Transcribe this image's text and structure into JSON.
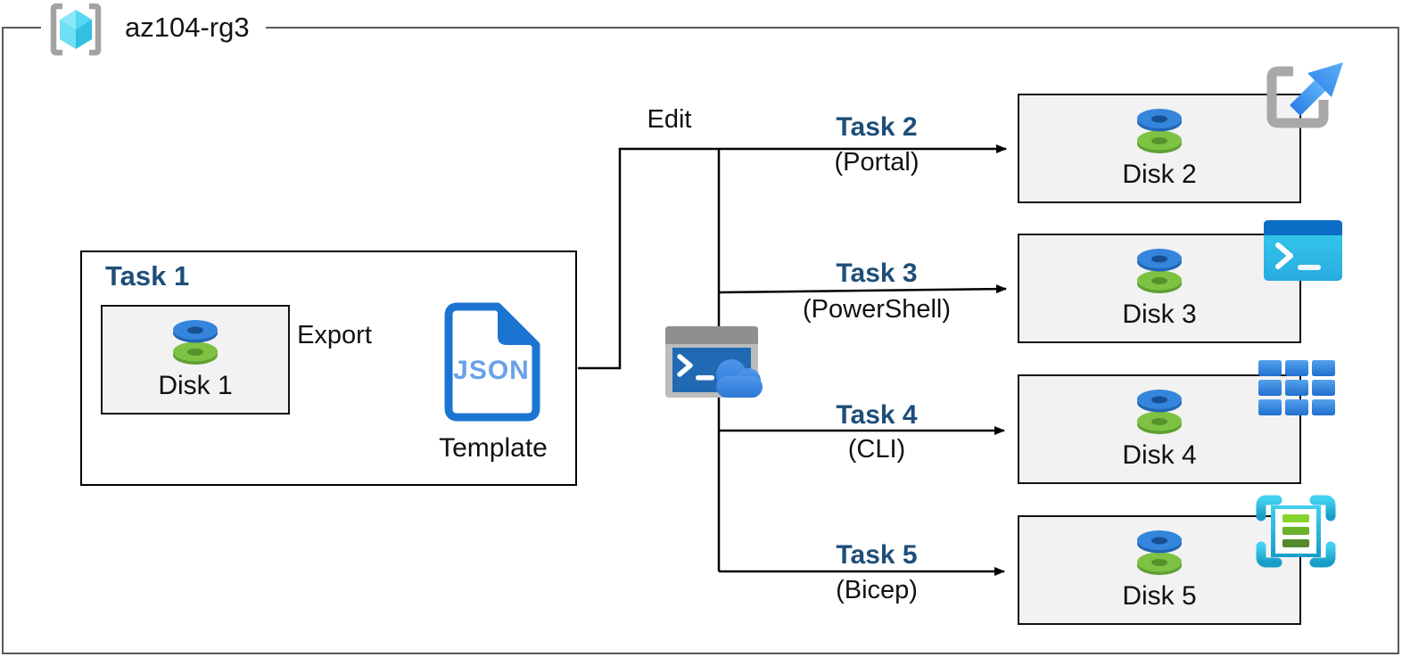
{
  "resource_group": {
    "name": "az104-rg3"
  },
  "task1": {
    "title": "Task 1",
    "disk_label": "Disk 1",
    "export_label": "Export",
    "file_type": "JSON",
    "template_caption": "Template"
  },
  "edit_label": "Edit",
  "branches": [
    {
      "task": "Task 2",
      "method": "(Portal)",
      "disk_label": "Disk 2",
      "icon": "azure-portal-icon"
    },
    {
      "task": "Task 3",
      "method": "(PowerShell)",
      "disk_label": "Disk 3",
      "icon": "powershell-icon"
    },
    {
      "task": "Task 4",
      "method": "(CLI)",
      "disk_label": "Disk 4",
      "icon": "azure-cli-icon"
    },
    {
      "task": "Task 5",
      "method": "(Bicep)",
      "disk_label": "Disk 5",
      "icon": "bicep-template-icon"
    }
  ],
  "icons": {
    "resource_group": "resource-group-icon",
    "disk": "managed-disk-icon",
    "template": "json-template-icon",
    "cloud_shell": "cloud-shell-icon"
  },
  "colors": {
    "task_label": "#1F4E79",
    "box_fill": "#F2F2F2",
    "outer_border": "#595959",
    "line": "#000000",
    "azure_blue": "#2E86E0",
    "disk_green": "#7DC242",
    "shell_cyan": "#35CBEC"
  }
}
